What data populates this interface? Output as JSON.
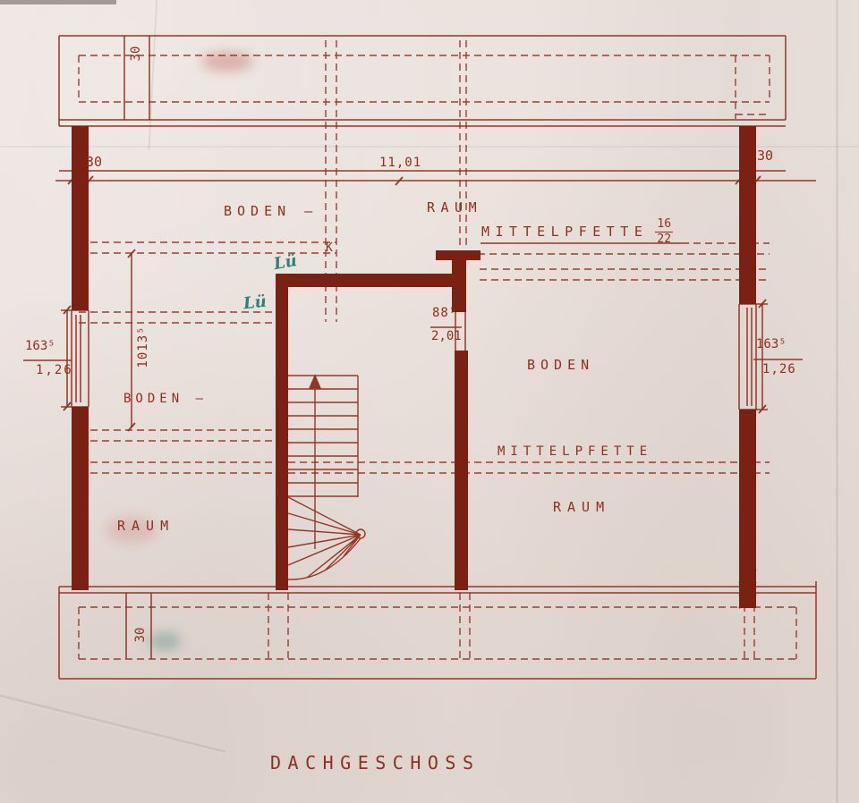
{
  "title": "DACHGESCHOSS",
  "colors": {
    "ink": "#8e2f1f",
    "wall_fill": "#7b2114",
    "paper": "#e9dfda",
    "annotation_green": "#2b8177"
  },
  "rooms": {
    "boden_top_left": "BODEN –",
    "raum_top": "RAUM",
    "boden_mid_left": "BODEN –",
    "boden_mid_right": "BODEN",
    "raum_bottom_left": "RAUM",
    "raum_bottom_right": "RAUM"
  },
  "structure": {
    "mittelpfette_upper": "MITTELPFETTE",
    "mittelpfette_upper_size_num": "16",
    "mittelpfette_upper_size_den": "22",
    "mittelpfette_lower": "MITTELPFETTE"
  },
  "dimensions": {
    "band_top": "30",
    "wall_left": "30",
    "span_total": "11,01",
    "wall_right": "30",
    "window_left_cm": "163⁵",
    "window_left_m": "1,26",
    "interior_depth": "1013⁵",
    "opening_center_cm": "88⁵",
    "opening_center_m": "2,01",
    "window_right_cm": "163⁵",
    "window_right_m": "1,26",
    "band_bottom": "30"
  },
  "annotations": {
    "k_mark": "K",
    "handwritten_1": "Lü",
    "handwritten_2": "Lü"
  }
}
